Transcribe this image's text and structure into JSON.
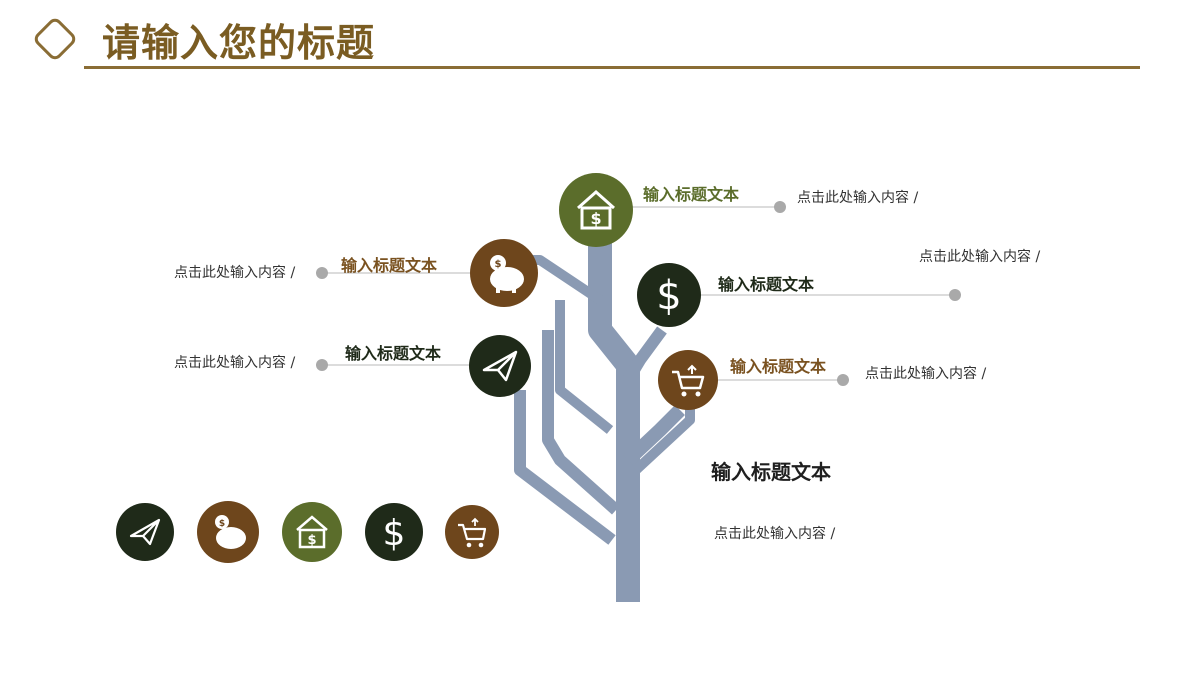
{
  "page": {
    "title": "请输入您的标题"
  },
  "colors": {
    "accent_brown": "#7a5c22",
    "rule": "#8a6d35",
    "trunk": "#8a9ab3",
    "olive": "#5b6d2b",
    "dark_green": "#1f2a19",
    "brown": "#6e461c",
    "connector_dot": "#a9a9a9",
    "title_olive": "#5b6d2b",
    "title_brown": "#7a5220",
    "title_dark": "#1f2a19"
  },
  "callouts": [
    {
      "id": "top-right",
      "icon": "bank-icon",
      "title": "输入标题文本",
      "desc": "点击此处输入内容 /"
    },
    {
      "id": "upper-left",
      "icon": "piggy-bank-icon",
      "title": "输入标题文本",
      "desc": "点击此处输入内容 /"
    },
    {
      "id": "middle-right",
      "icon": "dollar-icon",
      "title": "输入标题文本",
      "desc": "点击此处输入内容 /"
    },
    {
      "id": "lower-left",
      "icon": "paper-plane-icon",
      "title": "输入标题文本",
      "desc": "点击此处输入内容 /"
    },
    {
      "id": "lower-right",
      "icon": "shopping-cart-icon",
      "title": "输入标题文本",
      "desc": "点击此处输入内容 /"
    }
  ],
  "main_text": {
    "title": "输入标题文本",
    "desc": "点击此处输入内容 /"
  },
  "legend_icons": [
    "paper-plane-icon",
    "piggy-bank-icon",
    "bank-icon",
    "dollar-icon",
    "shopping-cart-icon"
  ]
}
